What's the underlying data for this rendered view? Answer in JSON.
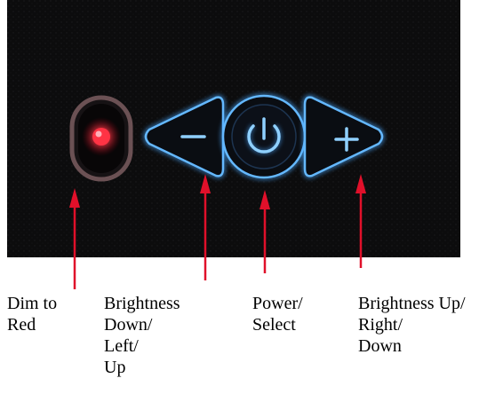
{
  "callouts": {
    "dim_to_red": "Dim to\n Red",
    "brightness_down": "Brightness\nDown/\nLeft/\nUp",
    "power_select": "Power/\nSelect",
    "brightness_up": "Brightness Up/\nRight/\nDown"
  },
  "colors": {
    "panel_background": "#0c0c0d",
    "button_glow": "#4aa8ff",
    "red_led": "#ff3344",
    "callout_arrow": "#e0102a"
  },
  "icons": {
    "dim": "red-dot-icon",
    "brightness_down": "minus-icon",
    "power": "power-icon",
    "brightness_up": "plus-icon"
  }
}
